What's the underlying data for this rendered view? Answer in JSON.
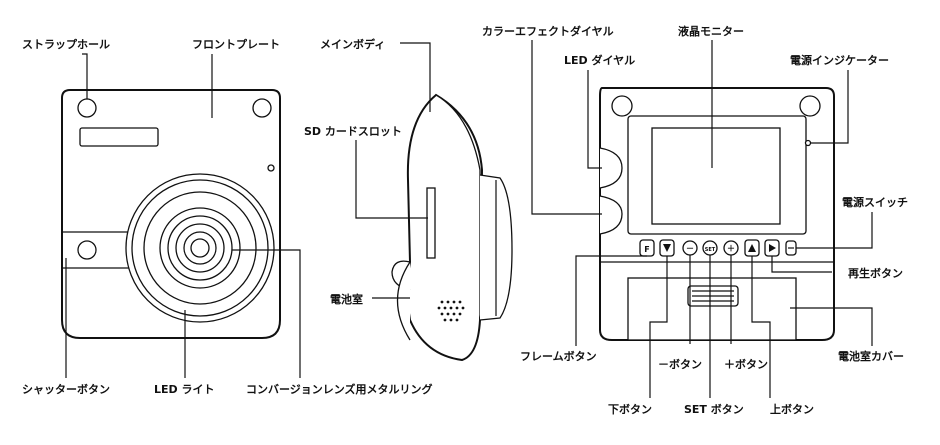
{
  "labels": {
    "strap_hole": "ストラップホール",
    "front_plate": "フロントプレート",
    "shutter_button": "シャッターボタン",
    "led_light": "LED ライト",
    "conversion_ring": "コンバージョンレンズ用メタルリング",
    "main_body": "メインボディ",
    "sd_slot": "SD カードスロット",
    "battery_room": "電池室",
    "color_effect_dial": "カラーエフェクトダイヤル",
    "led_dial": "LED ダイヤル",
    "lcd_monitor": "液晶モニター",
    "power_indicator": "電源インジケーター",
    "power_switch": "電源スイッチ",
    "play_button": "再生ボタン",
    "frame_button": "フレームボタン",
    "minus_button": "－ボタン",
    "plus_button": "＋ボタン",
    "battery_cover": "電池室カバー",
    "down_button": "下ボタン",
    "set_button": "SET ボタン",
    "up_button": "上ボタン"
  },
  "button_glyphs": {
    "frame": "F",
    "minus": "－",
    "set": "SET",
    "plus": "＋"
  }
}
